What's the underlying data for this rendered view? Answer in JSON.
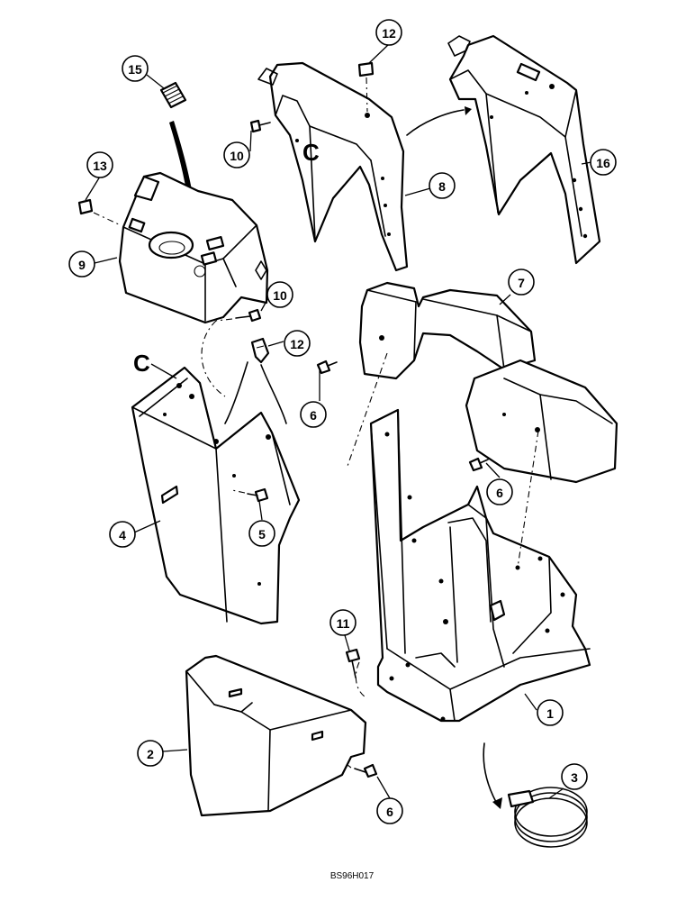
{
  "callouts": [
    {
      "number": "1",
      "item": "base-frame"
    },
    {
      "number": "2",
      "item": "lower-cover"
    },
    {
      "number": "3",
      "item": "hose-clamp"
    },
    {
      "number": "4",
      "item": "left-pedestal"
    },
    {
      "number": "5",
      "item": "bolt"
    },
    {
      "number": "6",
      "item": "bolt"
    },
    {
      "number": "6",
      "item": "bolt"
    },
    {
      "number": "6",
      "item": "bolt"
    },
    {
      "number": "7",
      "item": "upper-frame"
    },
    {
      "number": "8",
      "item": "console-shield"
    },
    {
      "number": "9",
      "item": "fuel-tank"
    },
    {
      "number": "10",
      "item": "bolt"
    },
    {
      "number": "10",
      "item": "bolt"
    },
    {
      "number": "11",
      "item": "bolt"
    },
    {
      "number": "12",
      "item": "plug"
    },
    {
      "number": "12",
      "item": "plug"
    },
    {
      "number": "13",
      "item": "filler-cap"
    },
    {
      "number": "15",
      "item": "clip"
    },
    {
      "number": "16",
      "item": "console-shield-alternate"
    }
  ],
  "connection_markers": [
    "C",
    "C"
  ],
  "drawing_code": "BS96H017"
}
